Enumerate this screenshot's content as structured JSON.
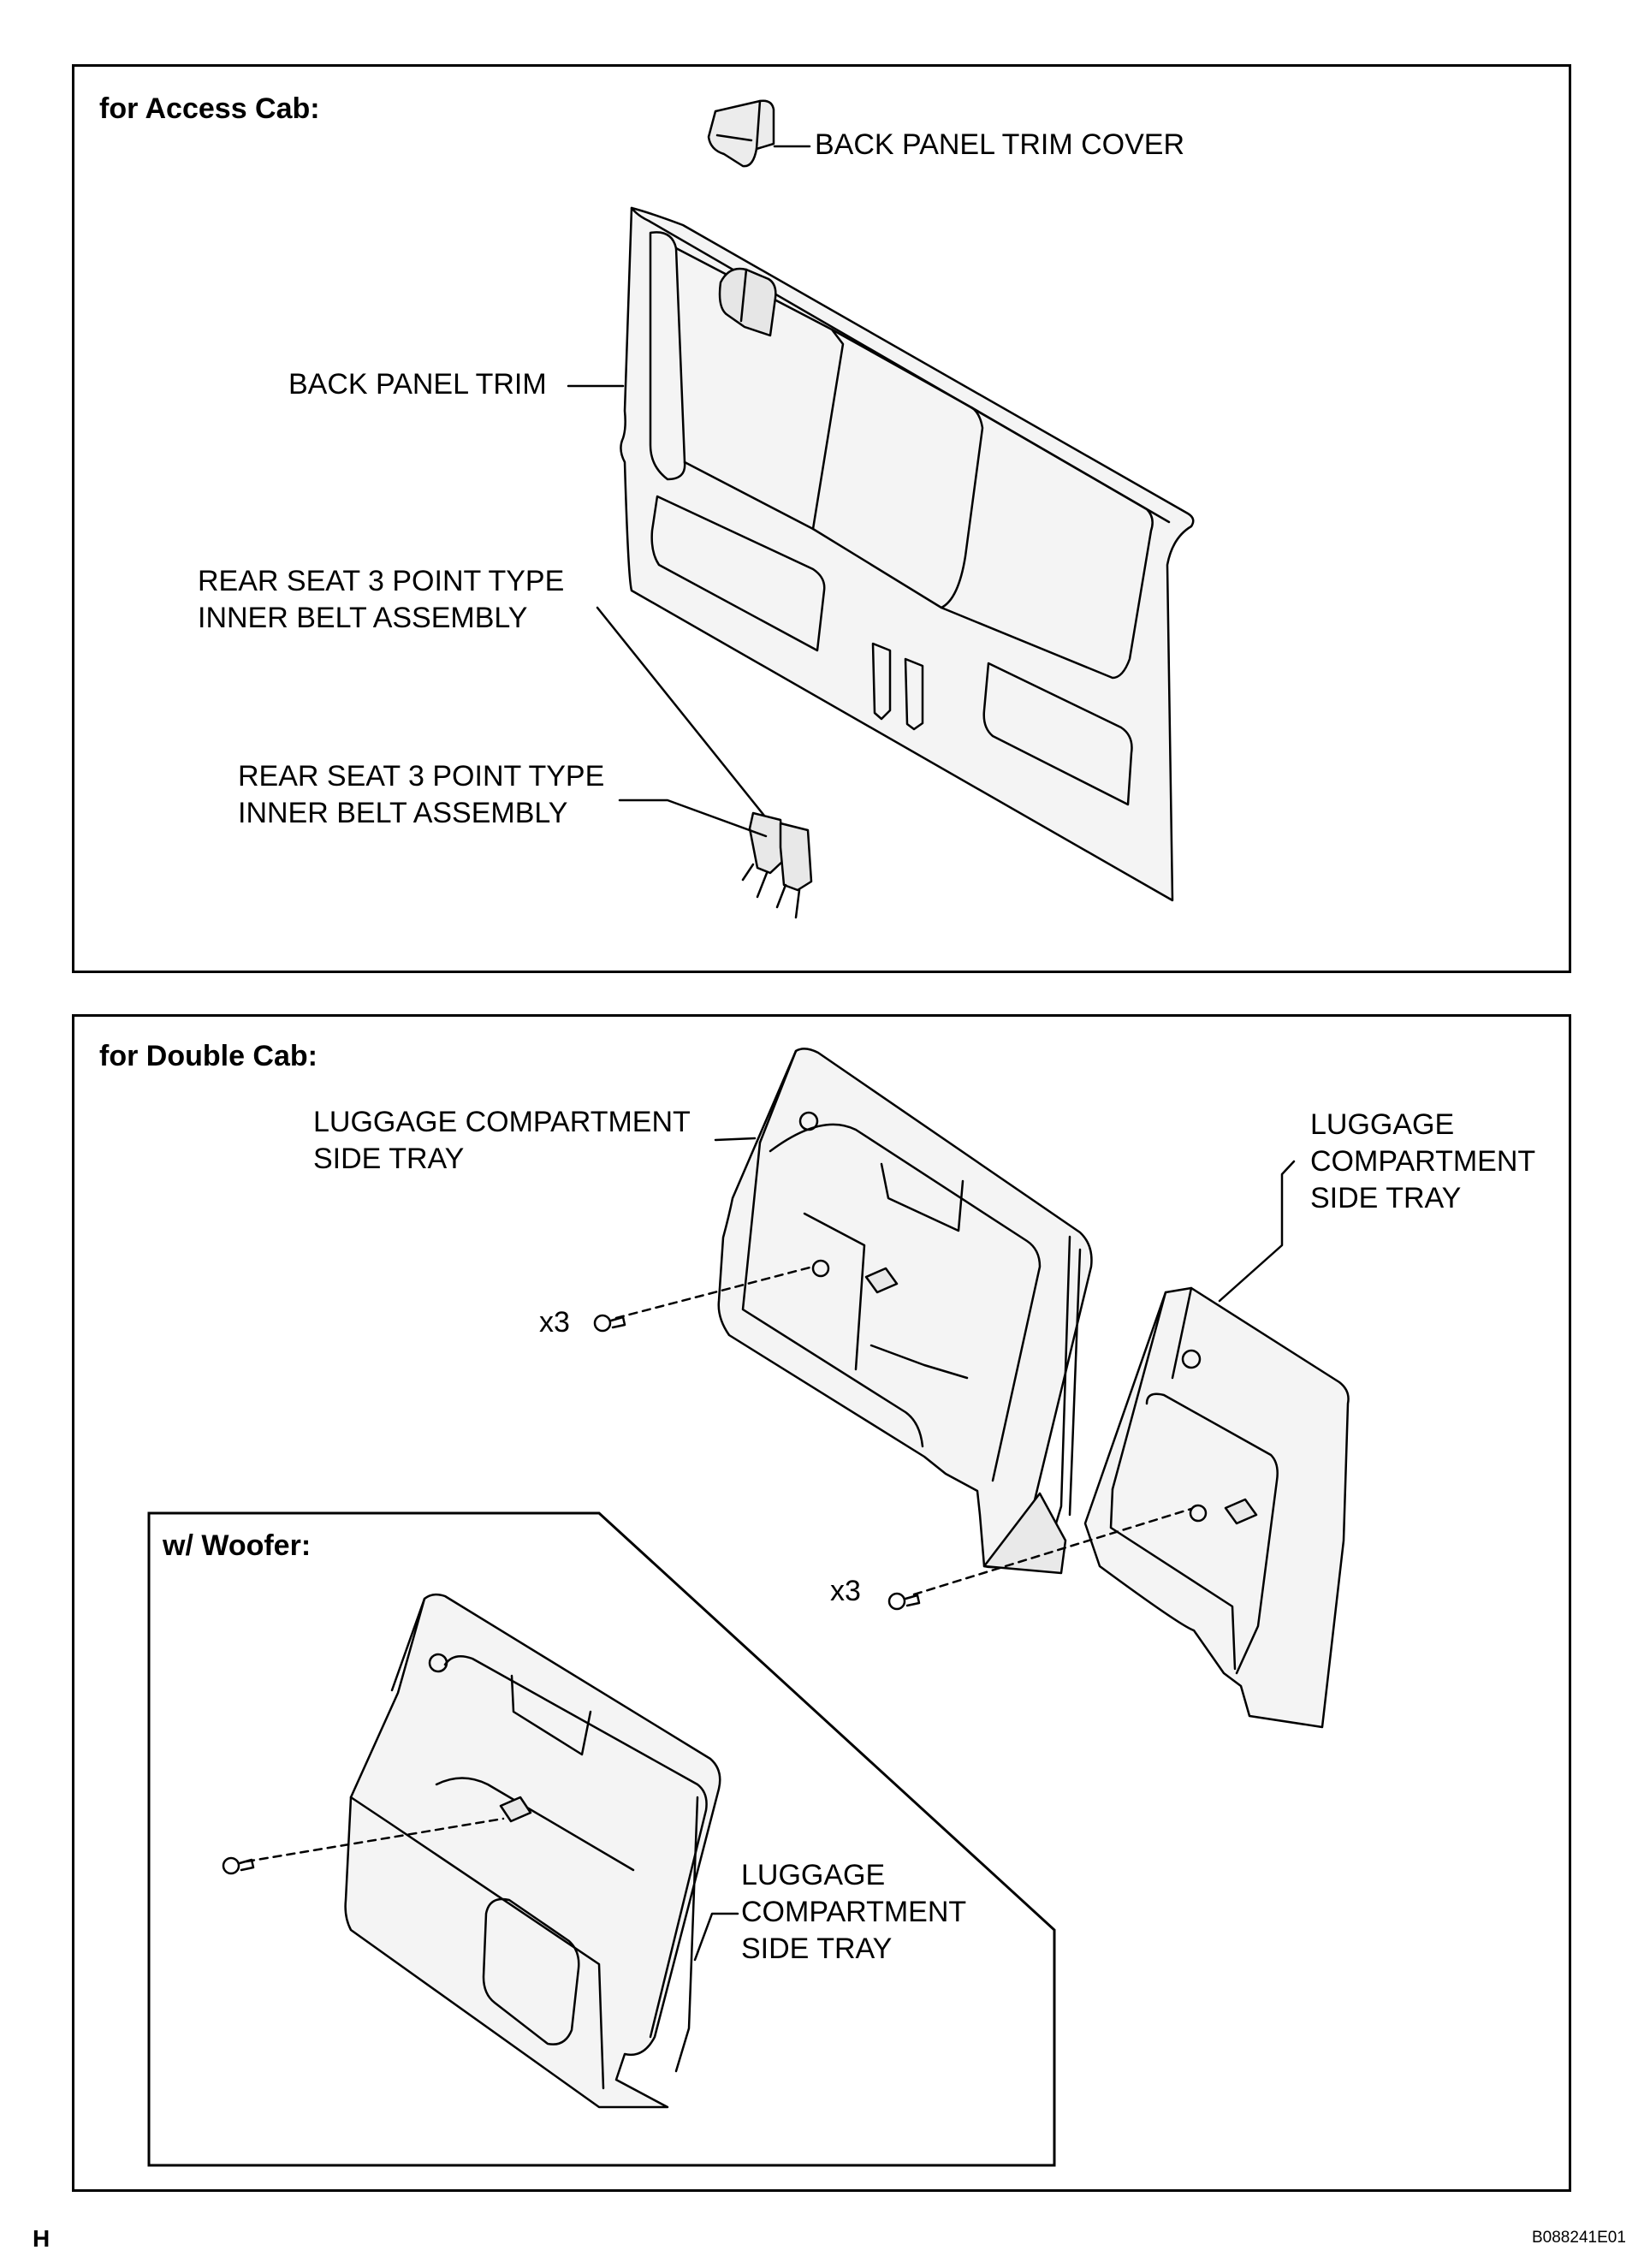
{
  "panels": {
    "access_cab": {
      "title": "for Access Cab:",
      "labels": {
        "trim_cover": "BACK PANEL TRIM COVER",
        "trim": "BACK PANEL TRIM",
        "belt_upper_1": "REAR SEAT 3 POINT TYPE",
        "belt_upper_2": "INNER BELT ASSEMBLY",
        "belt_lower_1": "REAR SEAT 3 POINT TYPE",
        "belt_lower_2": "INNER BELT ASSEMBLY"
      }
    },
    "double_cab": {
      "title": "for Double Cab:",
      "labels": {
        "tray_left_1": "LUGGAGE COMPARTMENT",
        "tray_left_2": "SIDE TRAY",
        "tray_right_1": "LUGGAGE",
        "tray_right_2": "COMPARTMENT",
        "tray_right_3": "SIDE TRAY",
        "qty_left": "x3",
        "qty_right": "x3"
      },
      "woofer": {
        "title": "w/ Woofer:",
        "labels": {
          "tray_1": "LUGGAGE",
          "tray_2": "COMPARTMENT",
          "tray_3": "SIDE TRAY"
        }
      }
    }
  },
  "footer": {
    "section_letter": "H",
    "figure_code": "B088241E01"
  }
}
